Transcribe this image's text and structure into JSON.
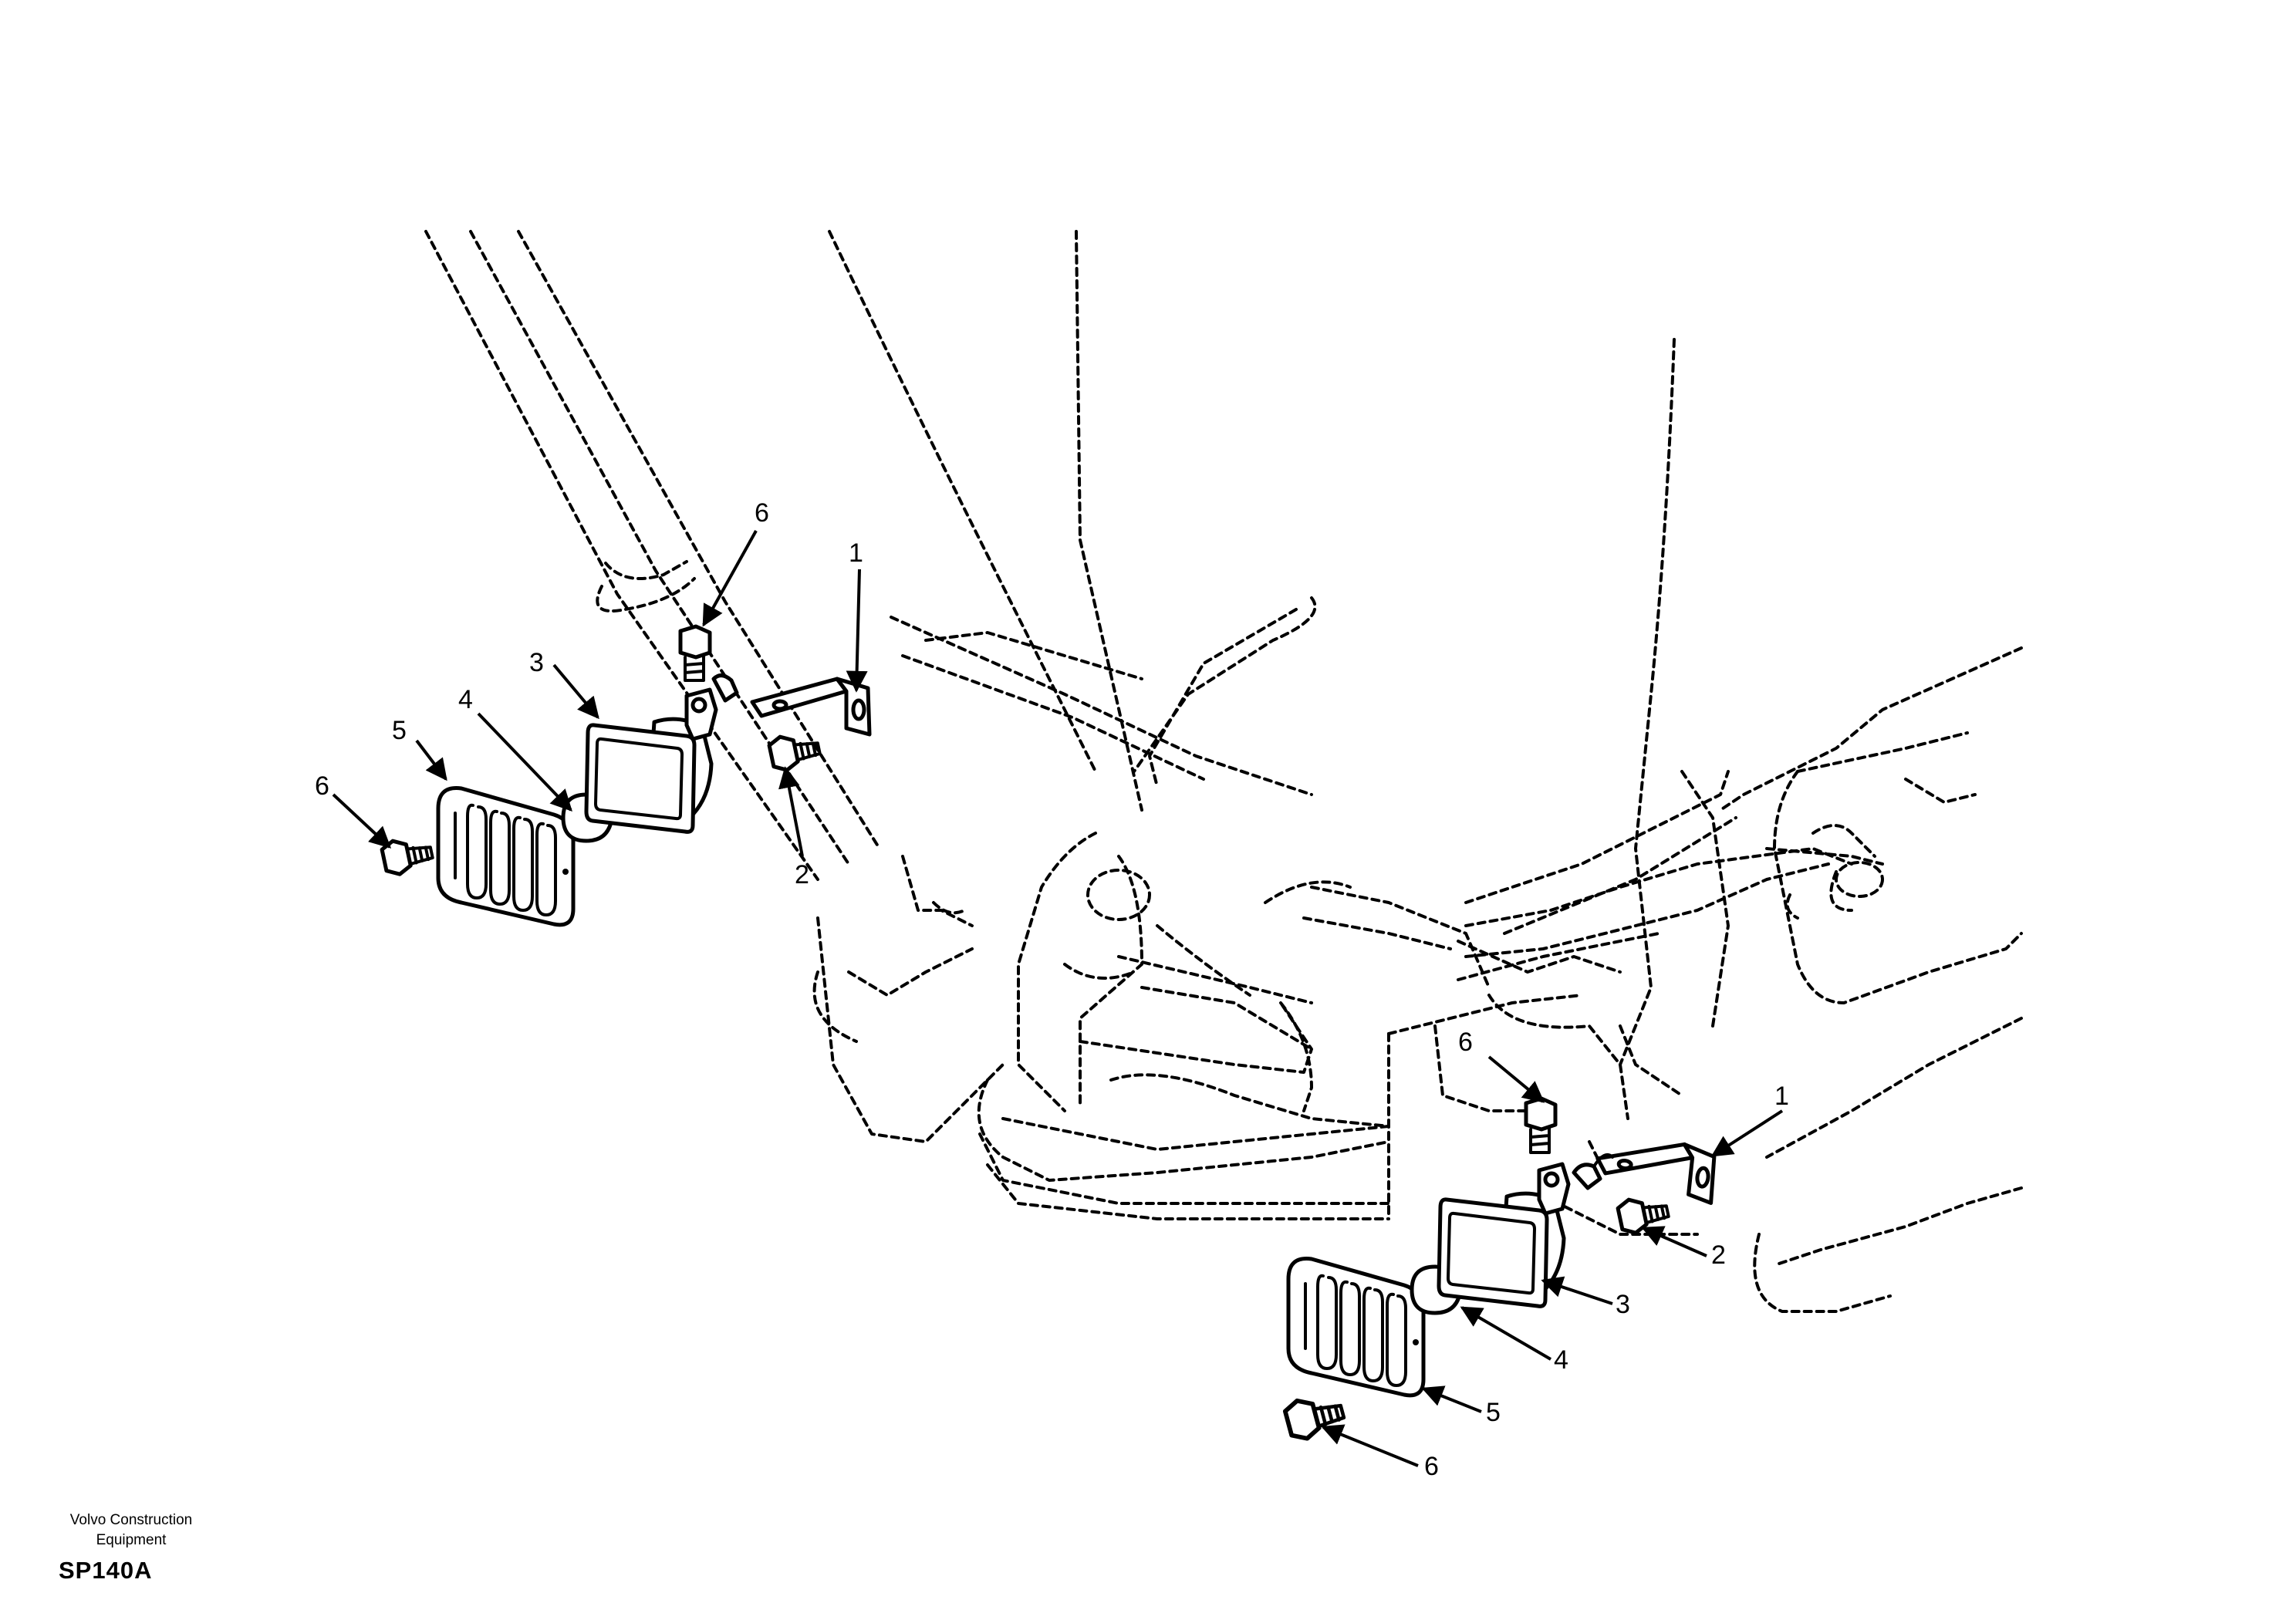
{
  "footer": {
    "organization_line1": "Volvo Construction",
    "organization_line2": "Equipment",
    "diagram_code": "SP140A"
  },
  "callouts": {
    "left": {
      "bracket": "1",
      "bolt": "2",
      "lamp_housing": "3",
      "bulb": "4",
      "lens_guard": "5",
      "guard_screw": "6",
      "top_screw": "6"
    },
    "right": {
      "bracket": "1",
      "bolt": "2",
      "lamp_housing": "3",
      "bulb": "4",
      "lens_guard": "5",
      "guard_screw": "6",
      "top_screw": "6"
    }
  }
}
